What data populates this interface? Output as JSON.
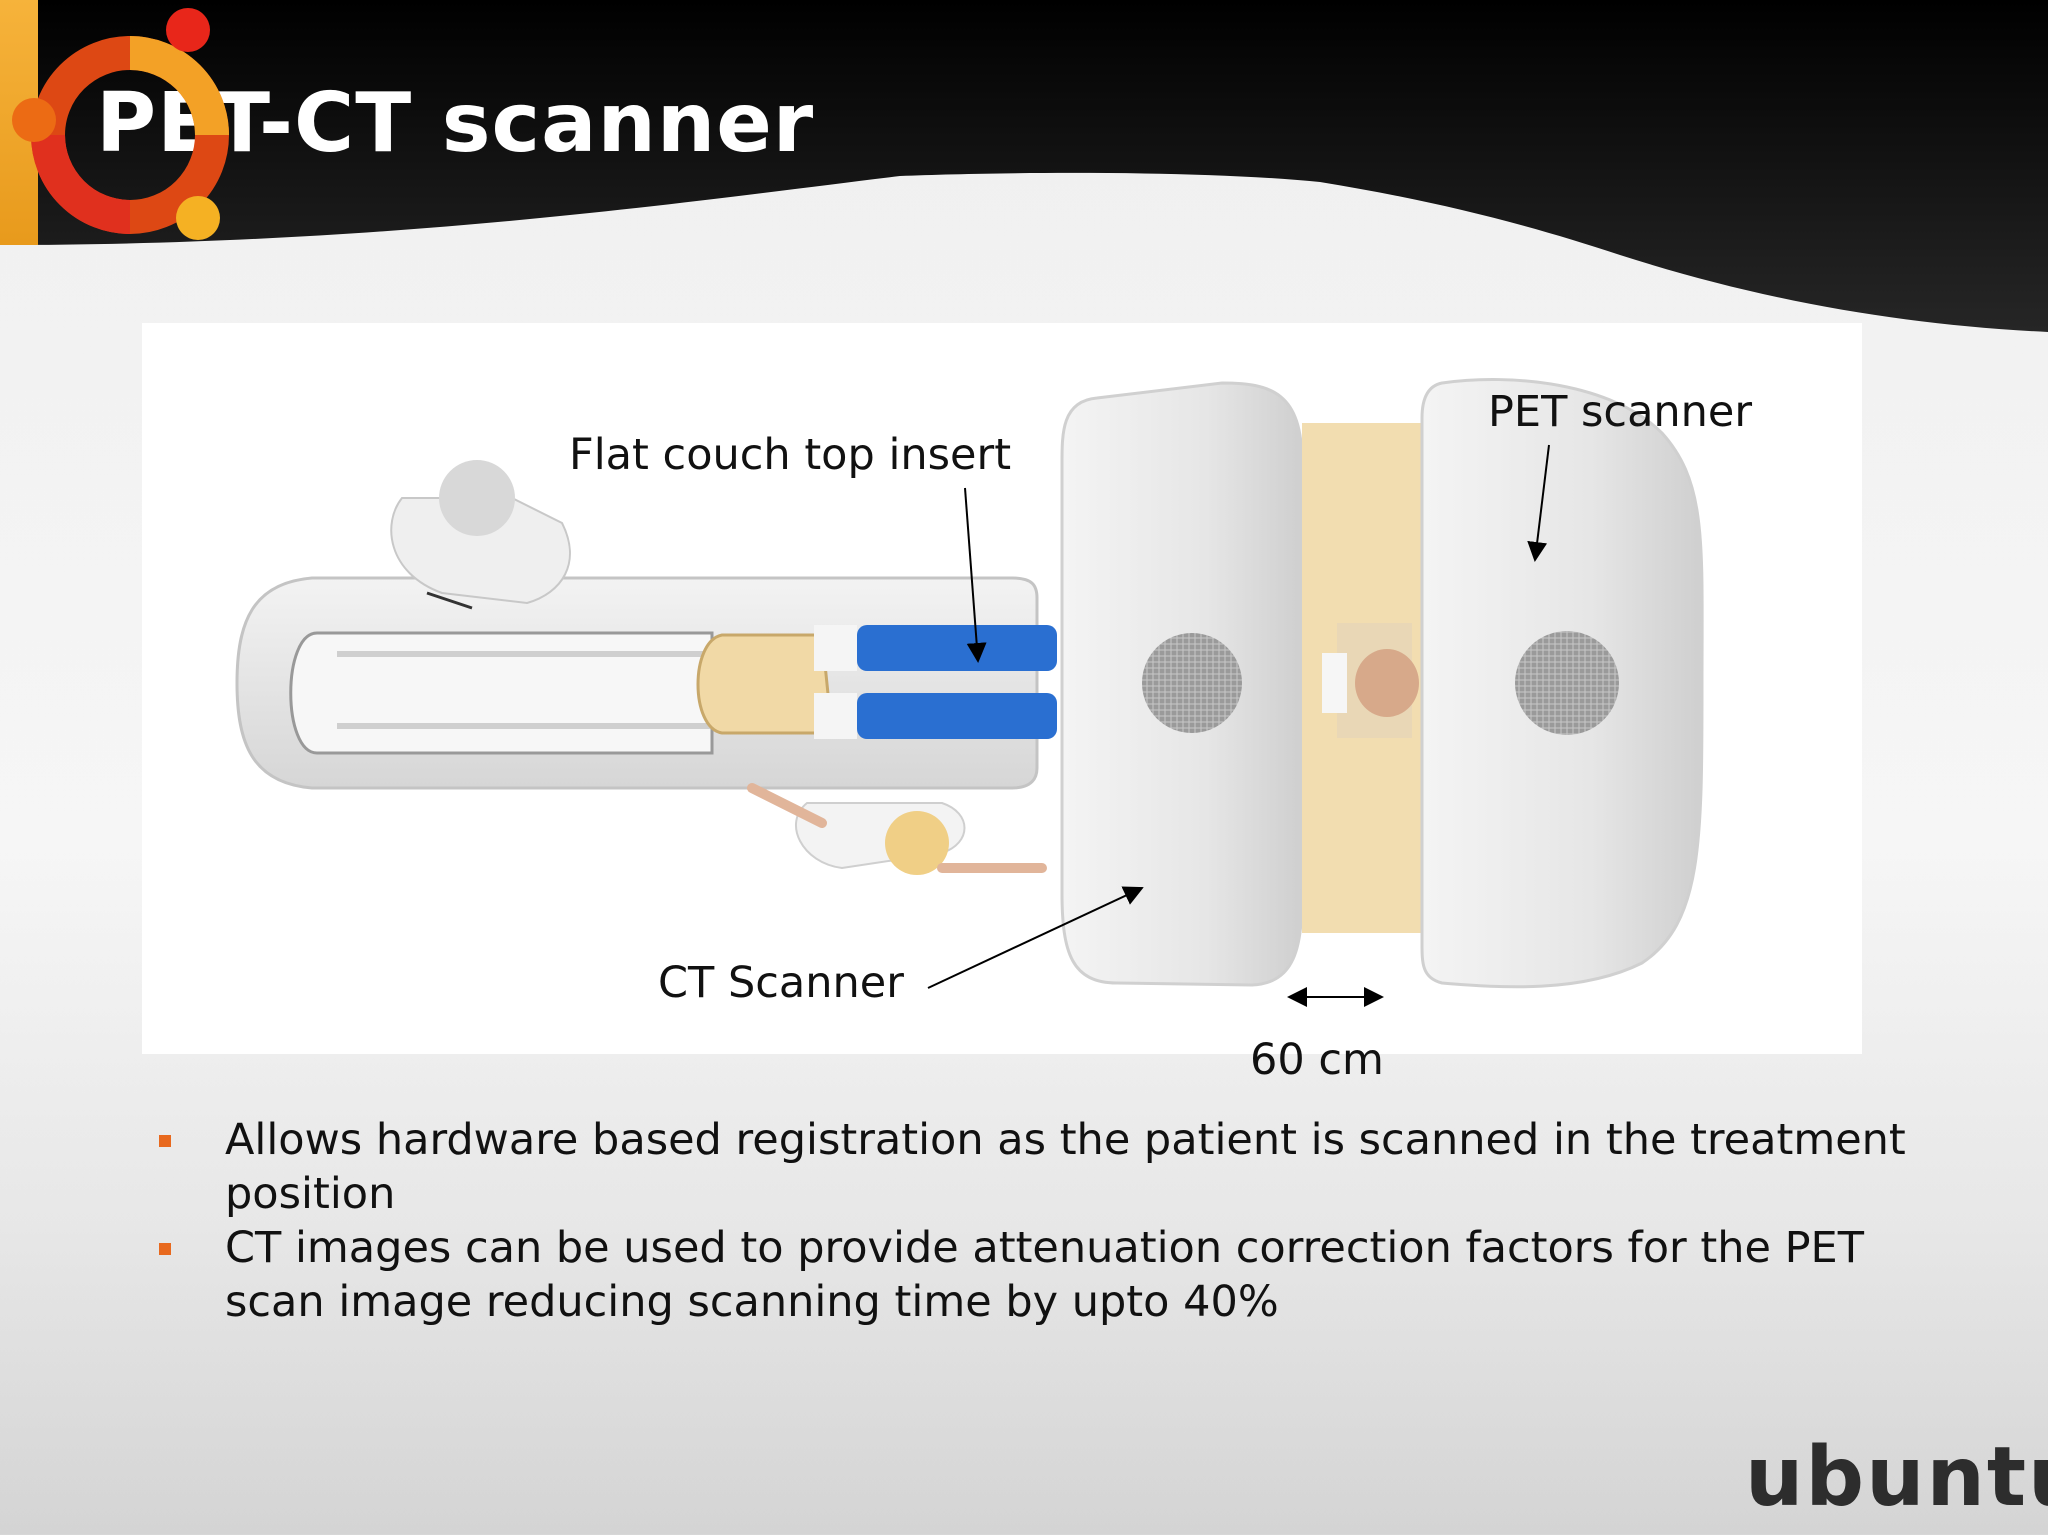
{
  "slide": {
    "title": "PET-CT scanner",
    "colors": {
      "header": "#111111",
      "accent": "#f2a527",
      "bullet": "#e8691e"
    }
  },
  "logo": {
    "icon": "circle-of-friends-icon",
    "wordmark": "ubuntu"
  },
  "figure": {
    "labels": {
      "couch": "Flat couch top insert",
      "pet": "PET scanner",
      "ct": "CT Scanner",
      "dimension": "60 cm"
    }
  },
  "bullets": [
    "Allows hardware based registration as the patient is scanned in the treatment position",
    "CT images can be used to provide attenuation correction factors for the PET scan image reducing scanning time by upto 40%"
  ]
}
